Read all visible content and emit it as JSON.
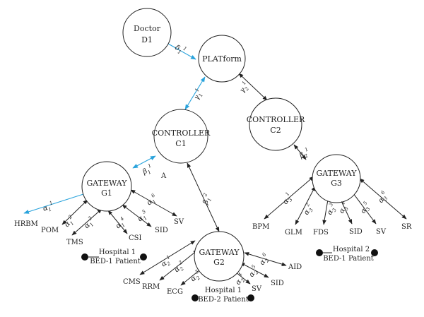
{
  "colors": {
    "accent": "#29a3dc",
    "ink": "#222222",
    "node_fill": "#ffffff"
  },
  "nodes": {
    "doctor": {
      "line1": "Doctor",
      "line2": "D1"
    },
    "platform": {
      "line1": "PLATform"
    },
    "c1": {
      "line1": "CONTROLLER",
      "line2": "C1"
    },
    "c2": {
      "line1": "CONTROLLER",
      "line2": "C2"
    },
    "g1": {
      "line1": "GATEWAY",
      "line2": "G1"
    },
    "g2": {
      "line1": "GATEWAY",
      "line2": "G2"
    },
    "g3": {
      "line1": "GATEWAY",
      "line2": "G3"
    }
  },
  "edge_labels": {
    "delta1": {
      "base": "δ",
      "sub": "1",
      "sup": "1"
    },
    "gamma1": {
      "base": "γ",
      "sub": "1",
      "sup": "1"
    },
    "gamma2": {
      "base": "γ",
      "sub": "2",
      "sup": "1"
    },
    "beta1": {
      "base": "β",
      "sub": "1",
      "sup": "1"
    },
    "beta2": {
      "base": "β",
      "sub": "2",
      "sup": "1"
    },
    "beta12": {
      "base": "β",
      "sub": "1",
      "sup": "2"
    }
  },
  "c1_side_label": "A",
  "leaves": {
    "g1": [
      "HRBM",
      "POM",
      "TMS",
      "CSI",
      "SID",
      "SV"
    ],
    "g2": [
      "CMS",
      "RRM",
      "ECG",
      "SV",
      "SID",
      "AID"
    ],
    "g3": [
      "BPM",
      "GLM",
      "FDS",
      "SID",
      "SV",
      "SR"
    ]
  },
  "leaf_edge_labels": {
    "g1": [
      {
        "base": "α",
        "sub": "1",
        "sup": "1"
      },
      {
        "base": "α",
        "sub": "1",
        "sup": "2"
      },
      {
        "base": "α",
        "sub": "1",
        "sup": "3"
      },
      {
        "base": "α",
        "sub": "1",
        "sup": "4"
      },
      {
        "base": "α",
        "sub": "1",
        "sup": "5"
      },
      {
        "base": "α",
        "sub": "1",
        "sup": "6"
      }
    ],
    "g2": [
      {
        "base": "α",
        "sub": "2",
        "sup": "1"
      },
      {
        "base": "α",
        "sub": "2",
        "sup": "2"
      },
      {
        "base": "α",
        "sub": "2",
        "sup": "3"
      },
      {
        "base": "α",
        "sub": "2",
        "sup": "4"
      },
      {
        "base": "α",
        "sub": "2",
        "sup": "5"
      },
      {
        "base": "α",
        "sub": "2",
        "sup": "6"
      }
    ],
    "g3": [
      {
        "base": "α",
        "sub": "3",
        "sup": "1"
      },
      {
        "base": "α",
        "sub": "3",
        "sup": "2"
      },
      {
        "base": "α",
        "sub": "3",
        "sup": "3"
      },
      {
        "base": "α",
        "sub": "3",
        "sup": "4"
      },
      {
        "base": "α",
        "sub": "3",
        "sup": "5"
      },
      {
        "base": "α",
        "sub": "3",
        "sup": "6"
      }
    ]
  },
  "hospitals": {
    "h1": {
      "line1": "Hospital 1",
      "line2": "BED-1 Patient"
    },
    "h2": {
      "line1": "Hospital 2",
      "line2": "BED-1 Patient"
    },
    "h3": {
      "line1": "Hospital 1",
      "line2": "BED-2 Patient"
    }
  }
}
